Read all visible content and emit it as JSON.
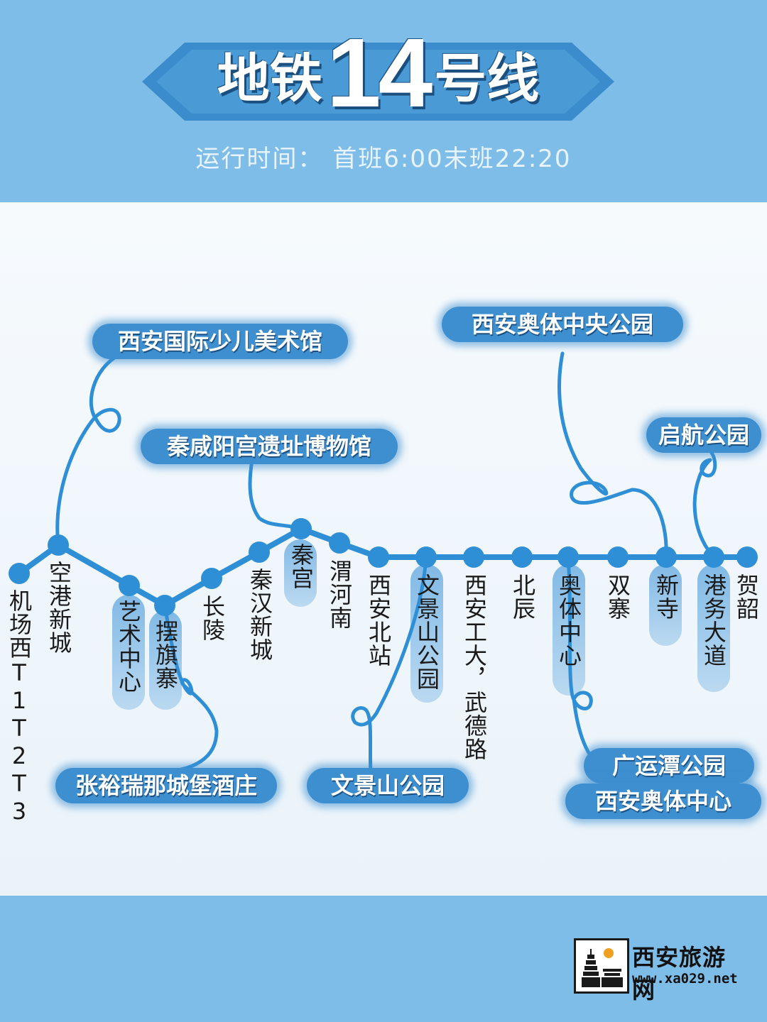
{
  "header": {
    "title_prefix": "地铁",
    "title_number": "14",
    "title_suffix": "号线",
    "hours": "运行时间： 首班6:00末班22:20"
  },
  "stations": [
    {
      "id": "jichangxi",
      "label": "机场西T1T2T3"
    },
    {
      "id": "konggang",
      "label": "空港新城"
    },
    {
      "id": "yishu",
      "label": "艺术中心"
    },
    {
      "id": "baiqi",
      "label": "摆旗寨"
    },
    {
      "id": "changling",
      "label": "长陵"
    },
    {
      "id": "qinhan",
      "label": "秦汉新城"
    },
    {
      "id": "qingong",
      "label": "秦宫"
    },
    {
      "id": "weihenan",
      "label": "渭河南"
    },
    {
      "id": "beizhan",
      "label": "西安北站"
    },
    {
      "id": "wenjing",
      "label": "文景山公园"
    },
    {
      "id": "gongda",
      "label": "西安工大，武德路"
    },
    {
      "id": "beichen",
      "label": "北辰"
    },
    {
      "id": "aoti",
      "label": "奥体中心"
    },
    {
      "id": "shuangzhai",
      "label": "双寨"
    },
    {
      "id": "xinsi",
      "label": "新寺"
    },
    {
      "id": "gangwu",
      "label": "港务大道"
    },
    {
      "id": "heshao",
      "label": "贺韶"
    }
  ],
  "attractions": {
    "shaoer": "西安国际少儿美术馆",
    "xianyang": "秦咸阳宫遗址博物馆",
    "aoti_park": "西安奥体中央公园",
    "qihang": "启航公园",
    "zhangyu": "张裕瑞那城堡酒庄",
    "wenjing_park": "文景山公园",
    "guangyun": "广运潭公园",
    "aoti_center": "西安奥体中心"
  },
  "logo": {
    "name": "西安旅游网",
    "url": "www.xa029.net"
  },
  "colors": {
    "header_bg": "#7fbde9",
    "line": "#2f8fd6",
    "banner": "#3a8ccc",
    "label_bg": "#3e8fd0"
  }
}
